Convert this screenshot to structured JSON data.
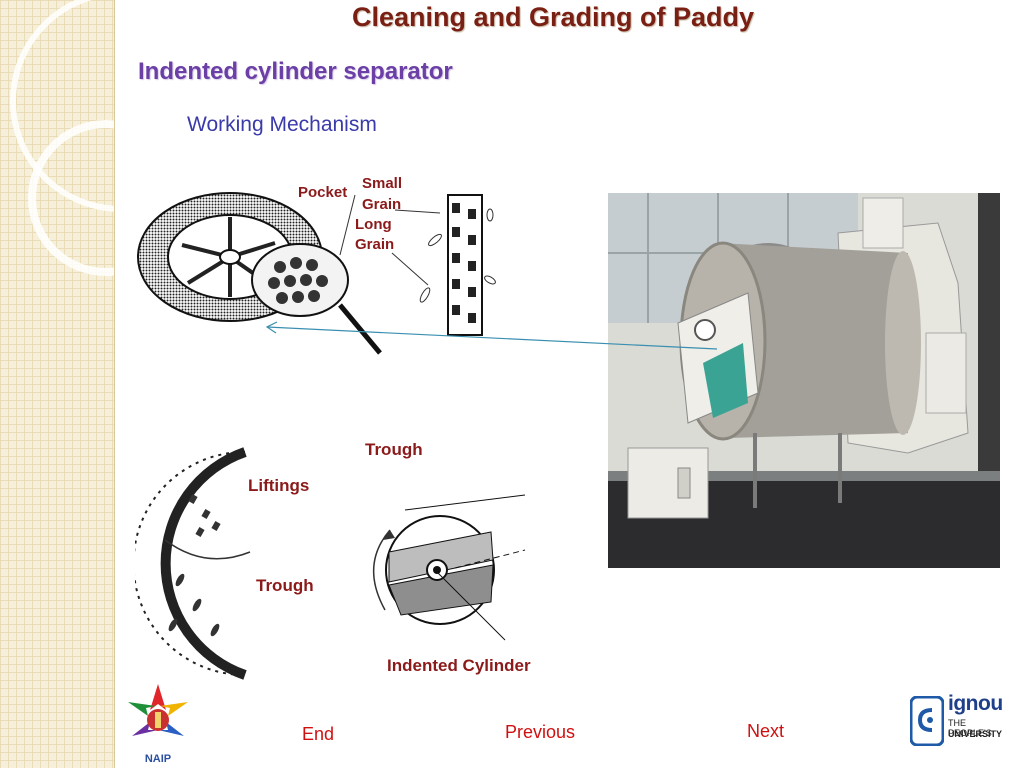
{
  "slide": {
    "title": "Cleaning and Grading of Paddy",
    "subtitle": "Indented cylinder separator",
    "section": "Working Mechanism"
  },
  "labels": {
    "pocket": "Pocket",
    "small": "Small",
    "grain1": "Grain",
    "long": "Long",
    "grain2": "Grain",
    "trough_top": "Trough",
    "liftings": "Liftings",
    "trough_left": "Trough",
    "indented_cylinder": "Indented Cylinder"
  },
  "nav": {
    "end": "End",
    "previous": "Previous",
    "next": "Next"
  },
  "logos": {
    "naip_text": "NAIP",
    "ignou_name": "ignou",
    "ignou_tag1": "THE PEOPLE'S",
    "ignou_tag2": "UNIVERSITY"
  },
  "colors": {
    "title": "#7a1f14",
    "subtitle": "#6b3fa6",
    "section": "#3a3aaa",
    "labels": "#8b1a1a",
    "nav": "#d01010",
    "arrow": "#3a8fb0"
  }
}
